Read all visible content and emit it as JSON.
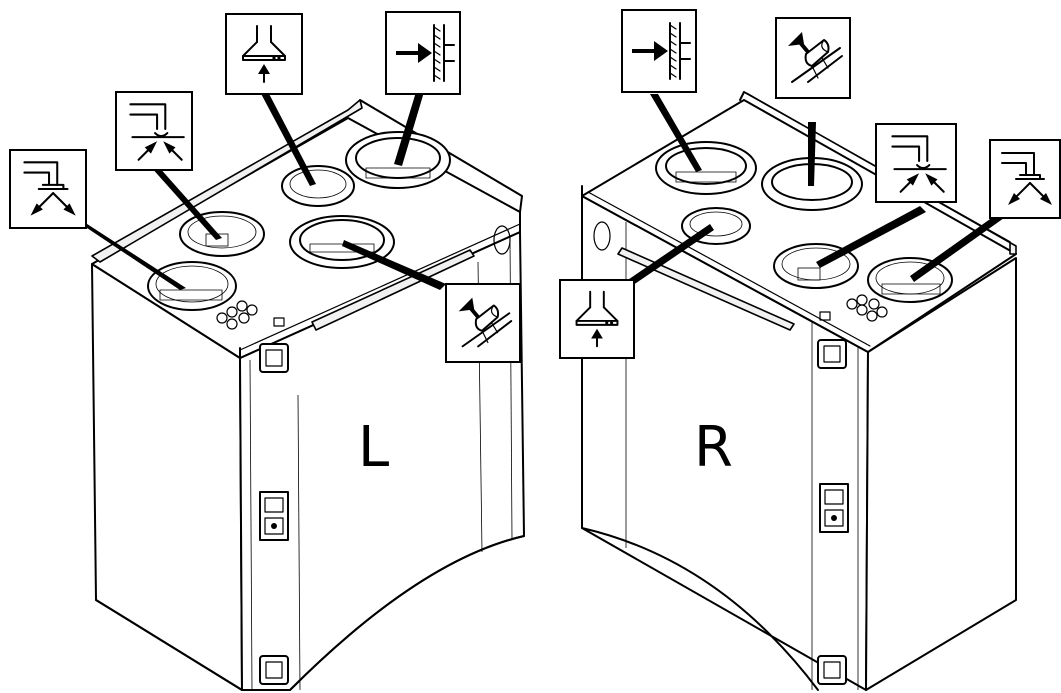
{
  "units": [
    {
      "id": "left",
      "label": "L"
    },
    {
      "id": "right",
      "label": "R"
    }
  ],
  "icons": {
    "supply": "supply-air-icon",
    "extract": "extract-air-icon",
    "kitchen_hood": "kitchen-hood-icon",
    "outdoor": "outdoor-air-icon",
    "exhaust": "exhaust-air-icon"
  },
  "colors": {
    "line": "#000000",
    "background": "#ffffff"
  }
}
